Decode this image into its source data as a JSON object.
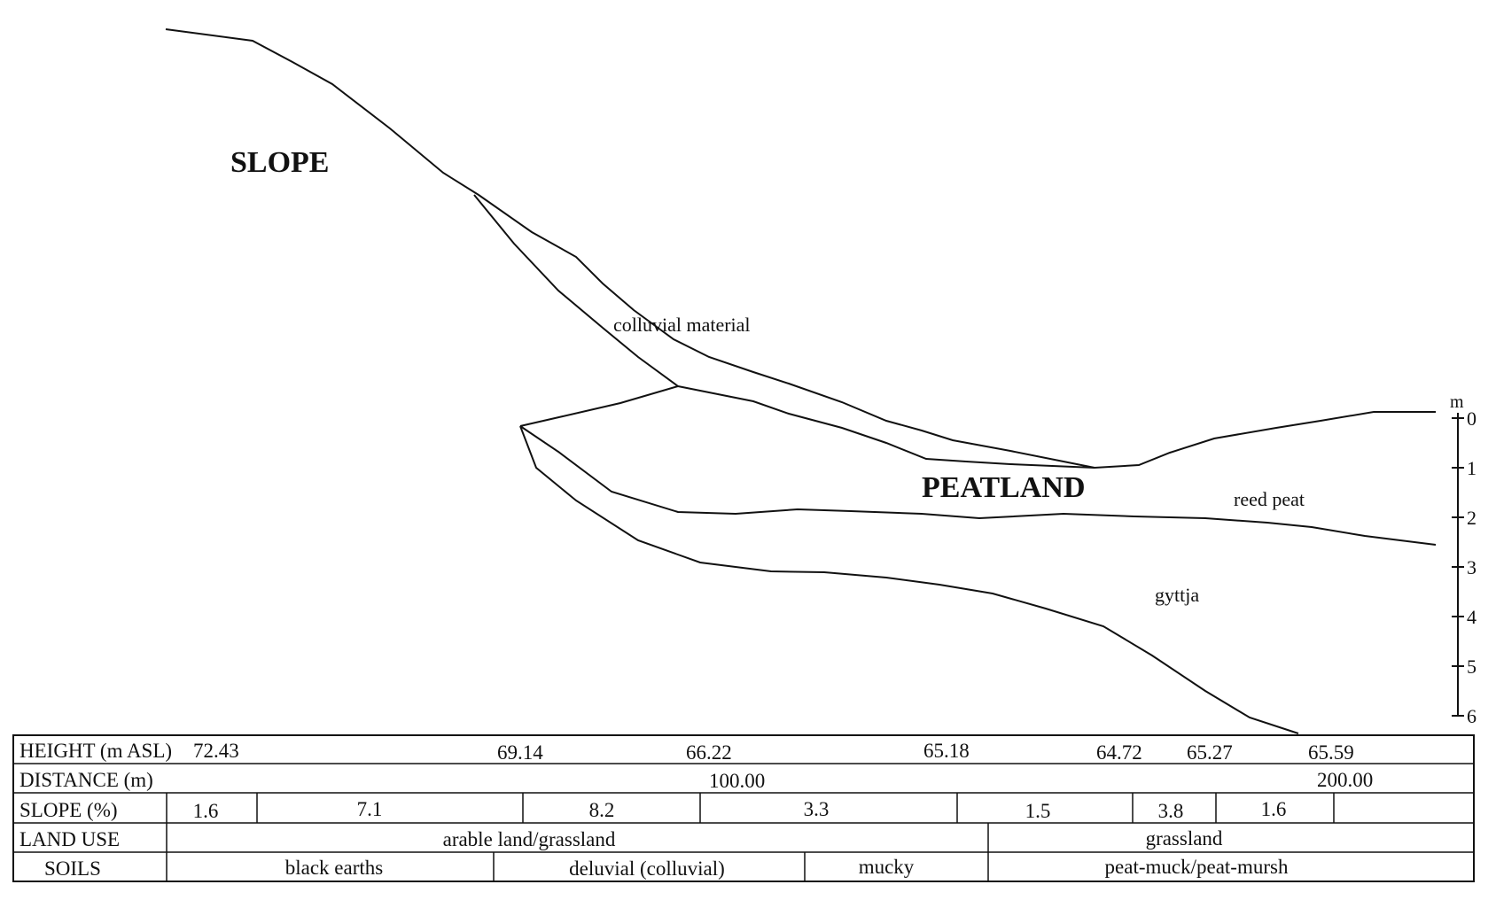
{
  "labels": {
    "slope_area": "SLOPE",
    "peatland_area": "PEATLAND",
    "colluvial": "colluvial material",
    "reed_peat": "reed peat",
    "gyttja": "gyttja"
  },
  "depth_axis": {
    "unit": "m",
    "ticks": [
      "0",
      "1",
      "2",
      "3",
      "4",
      "5",
      "6"
    ]
  },
  "table": {
    "height": {
      "label": "HEIGHT (m ASL)",
      "values": [
        "72.43",
        "69.14",
        "66.22",
        "65.18",
        "64.72",
        "65.27",
        "65.59"
      ]
    },
    "distance": {
      "label": "DISTANCE (m)",
      "values": [
        "100.00",
        "200.00"
      ]
    },
    "slope": {
      "label": "SLOPE (%)",
      "values": [
        "1.6",
        "7.1",
        "8.2",
        "3.3",
        "1.5",
        "3.8",
        "1.6",
        ""
      ]
    },
    "land_use": {
      "label": "LAND USE",
      "values": [
        "arable land/grassland",
        "grassland"
      ]
    },
    "soils": {
      "label": "SOILS",
      "values": [
        "black earths",
        "deluvial (colluvial)",
        "mucky",
        "peat-muck/peat-mursh"
      ]
    }
  }
}
